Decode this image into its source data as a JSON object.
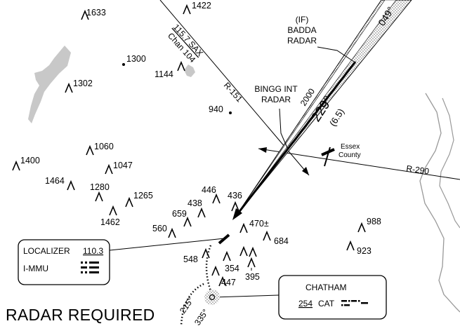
{
  "title": "RADAR REQUIRED",
  "fixes": {
    "badda": {
      "line1": "(IF)",
      "line2": "BADDA",
      "line3": "RADAR"
    },
    "bingg": {
      "line1": "BINGG INT",
      "line2": "RADAR"
    },
    "essex": {
      "line1": "Essex",
      "line2": "County"
    }
  },
  "vor": {
    "freq": "115.7 SAX",
    "chan": "Chan 104",
    "radial_151": "R-151",
    "radial_290": "R-290"
  },
  "approach": {
    "course": "229°",
    "inbound": "049°",
    "altitude": "2000",
    "distance": "(6.5)"
  },
  "localizer": {
    "label": "LOCALIZER",
    "freq": "110.3",
    "ident": "I-MMU"
  },
  "ndb": {
    "name": "CHATHAM",
    "freq": "254",
    "ident": "CAT"
  },
  "arcs": {
    "a": "215°",
    "b": "335°"
  },
  "elevations": {
    "e1633": "1633",
    "e1422": "1422",
    "e1300": "1300",
    "e1144": "1144",
    "e1302": "1302",
    "e940": "940",
    "e1060": "1060",
    "e1047": "1047",
    "e1400": "1400",
    "e1464": "1464",
    "e1280": "1280",
    "e1265": "1265",
    "e1462": "1462",
    "e446": "446",
    "e436": "436",
    "e438": "438",
    "e659": "659",
    "e560": "560",
    "e470": "470±",
    "e684": "684",
    "e988": "988",
    "e923": "923",
    "e548": "548",
    "e354": "354",
    "e447": "447",
    "e395": "395"
  }
}
